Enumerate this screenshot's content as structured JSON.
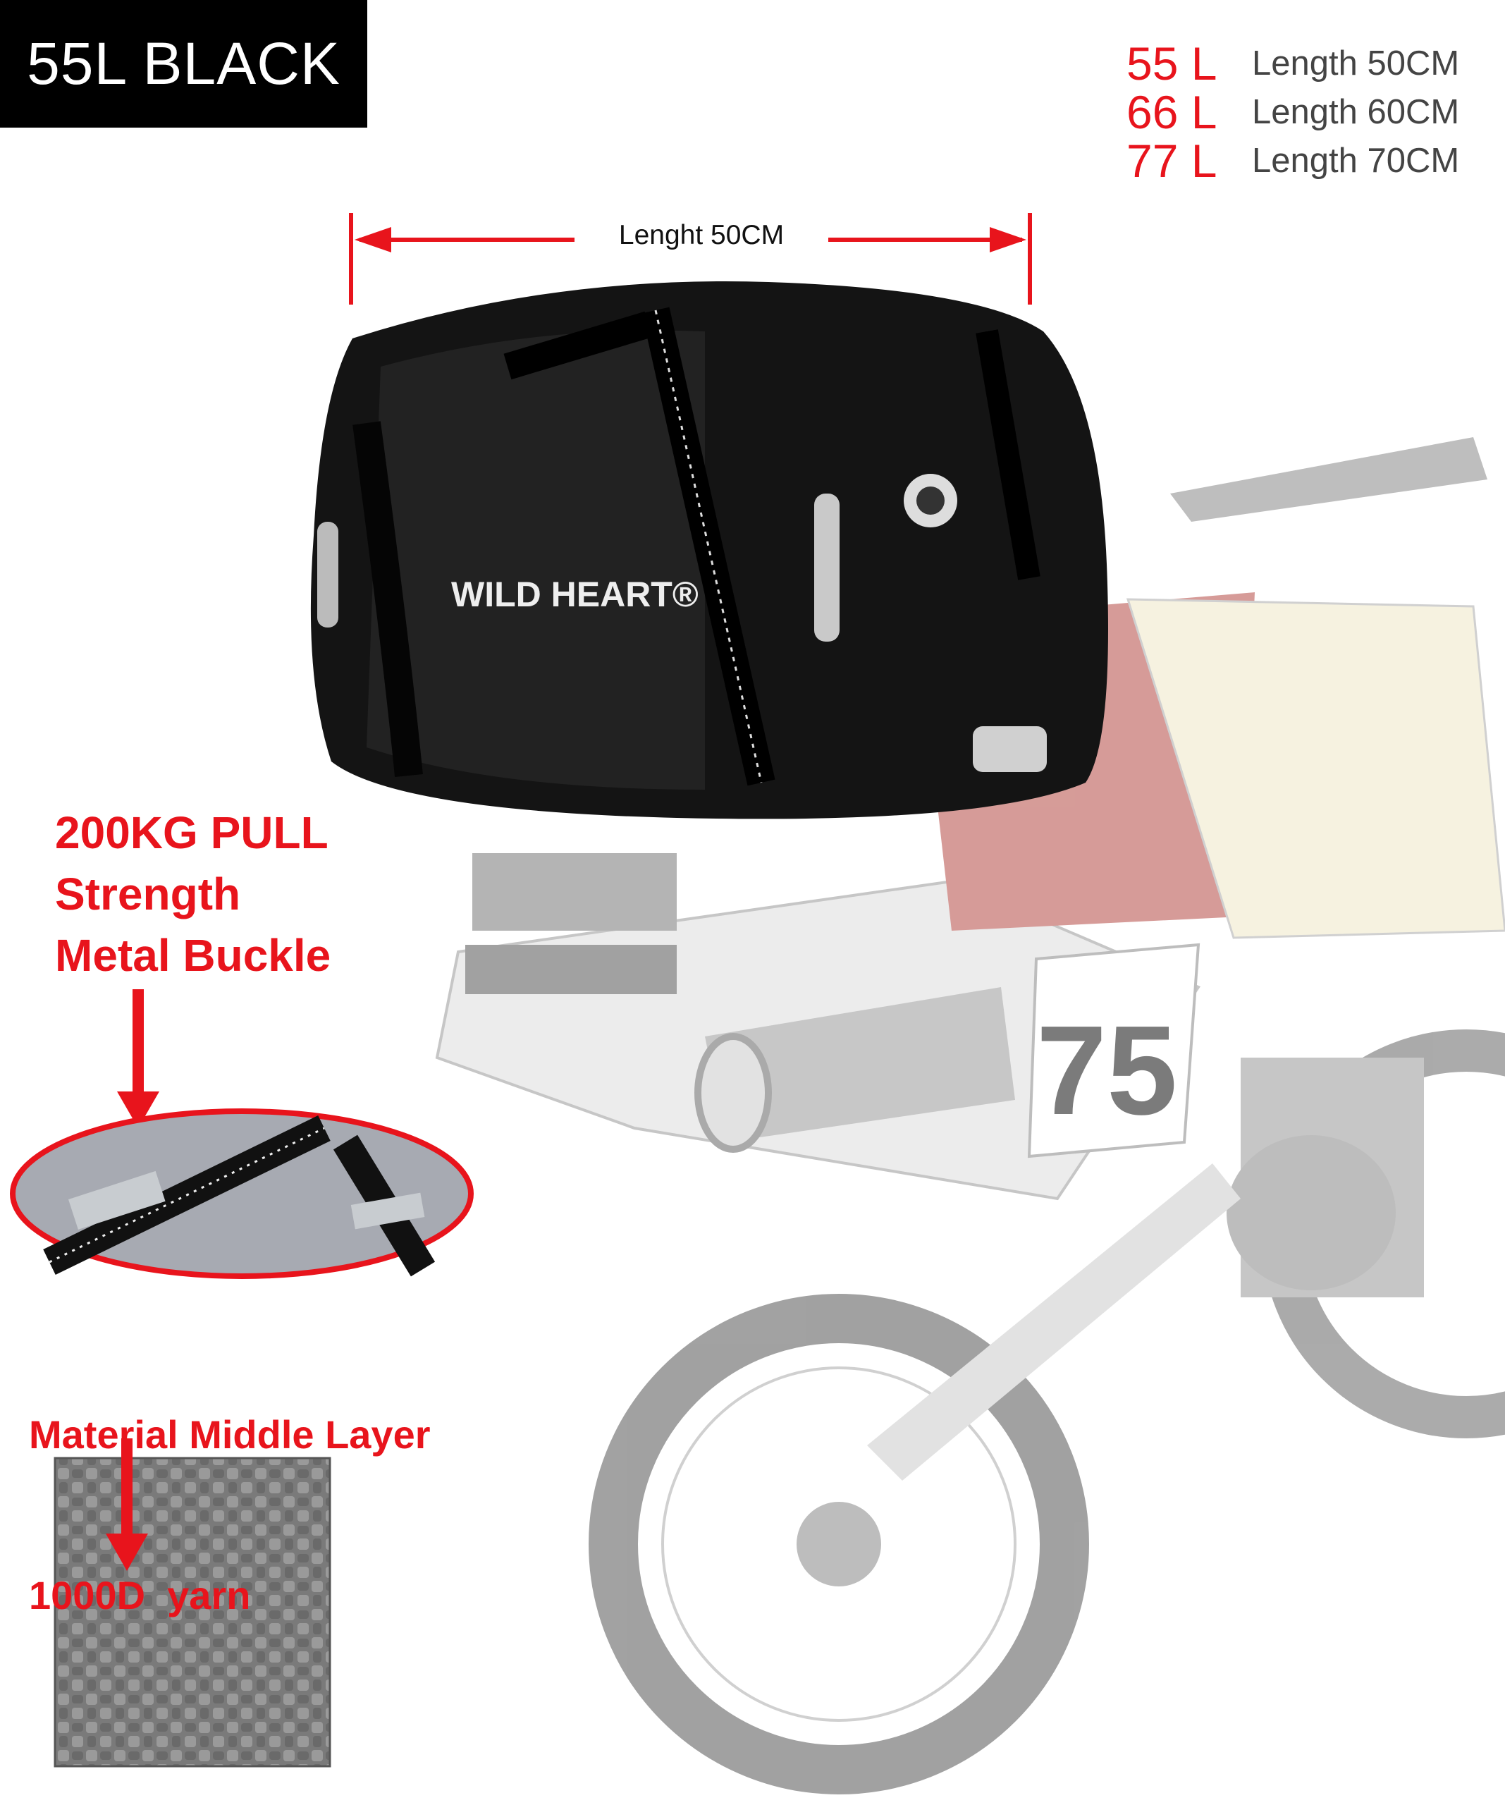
{
  "color_label": "55L BLACK",
  "sizes": [
    {
      "volume": "55 L",
      "length": "Length 50CM"
    },
    {
      "volume": "66 L",
      "length": "Length 60CM"
    },
    {
      "volume": "77 L",
      "length": "Length 70CM"
    }
  ],
  "dimension_label": "Lenght 50CM",
  "brand": "WILD HEART®",
  "buckle_callout": [
    "200KG PULL",
    "Strength",
    "Metal Buckle"
  ],
  "material_callout": [
    "Material Middle Layer",
    "1000D  yarn"
  ],
  "colors": {
    "accent_red": "#e8141c",
    "label_bg": "#000000",
    "spec_text": "#444444"
  }
}
